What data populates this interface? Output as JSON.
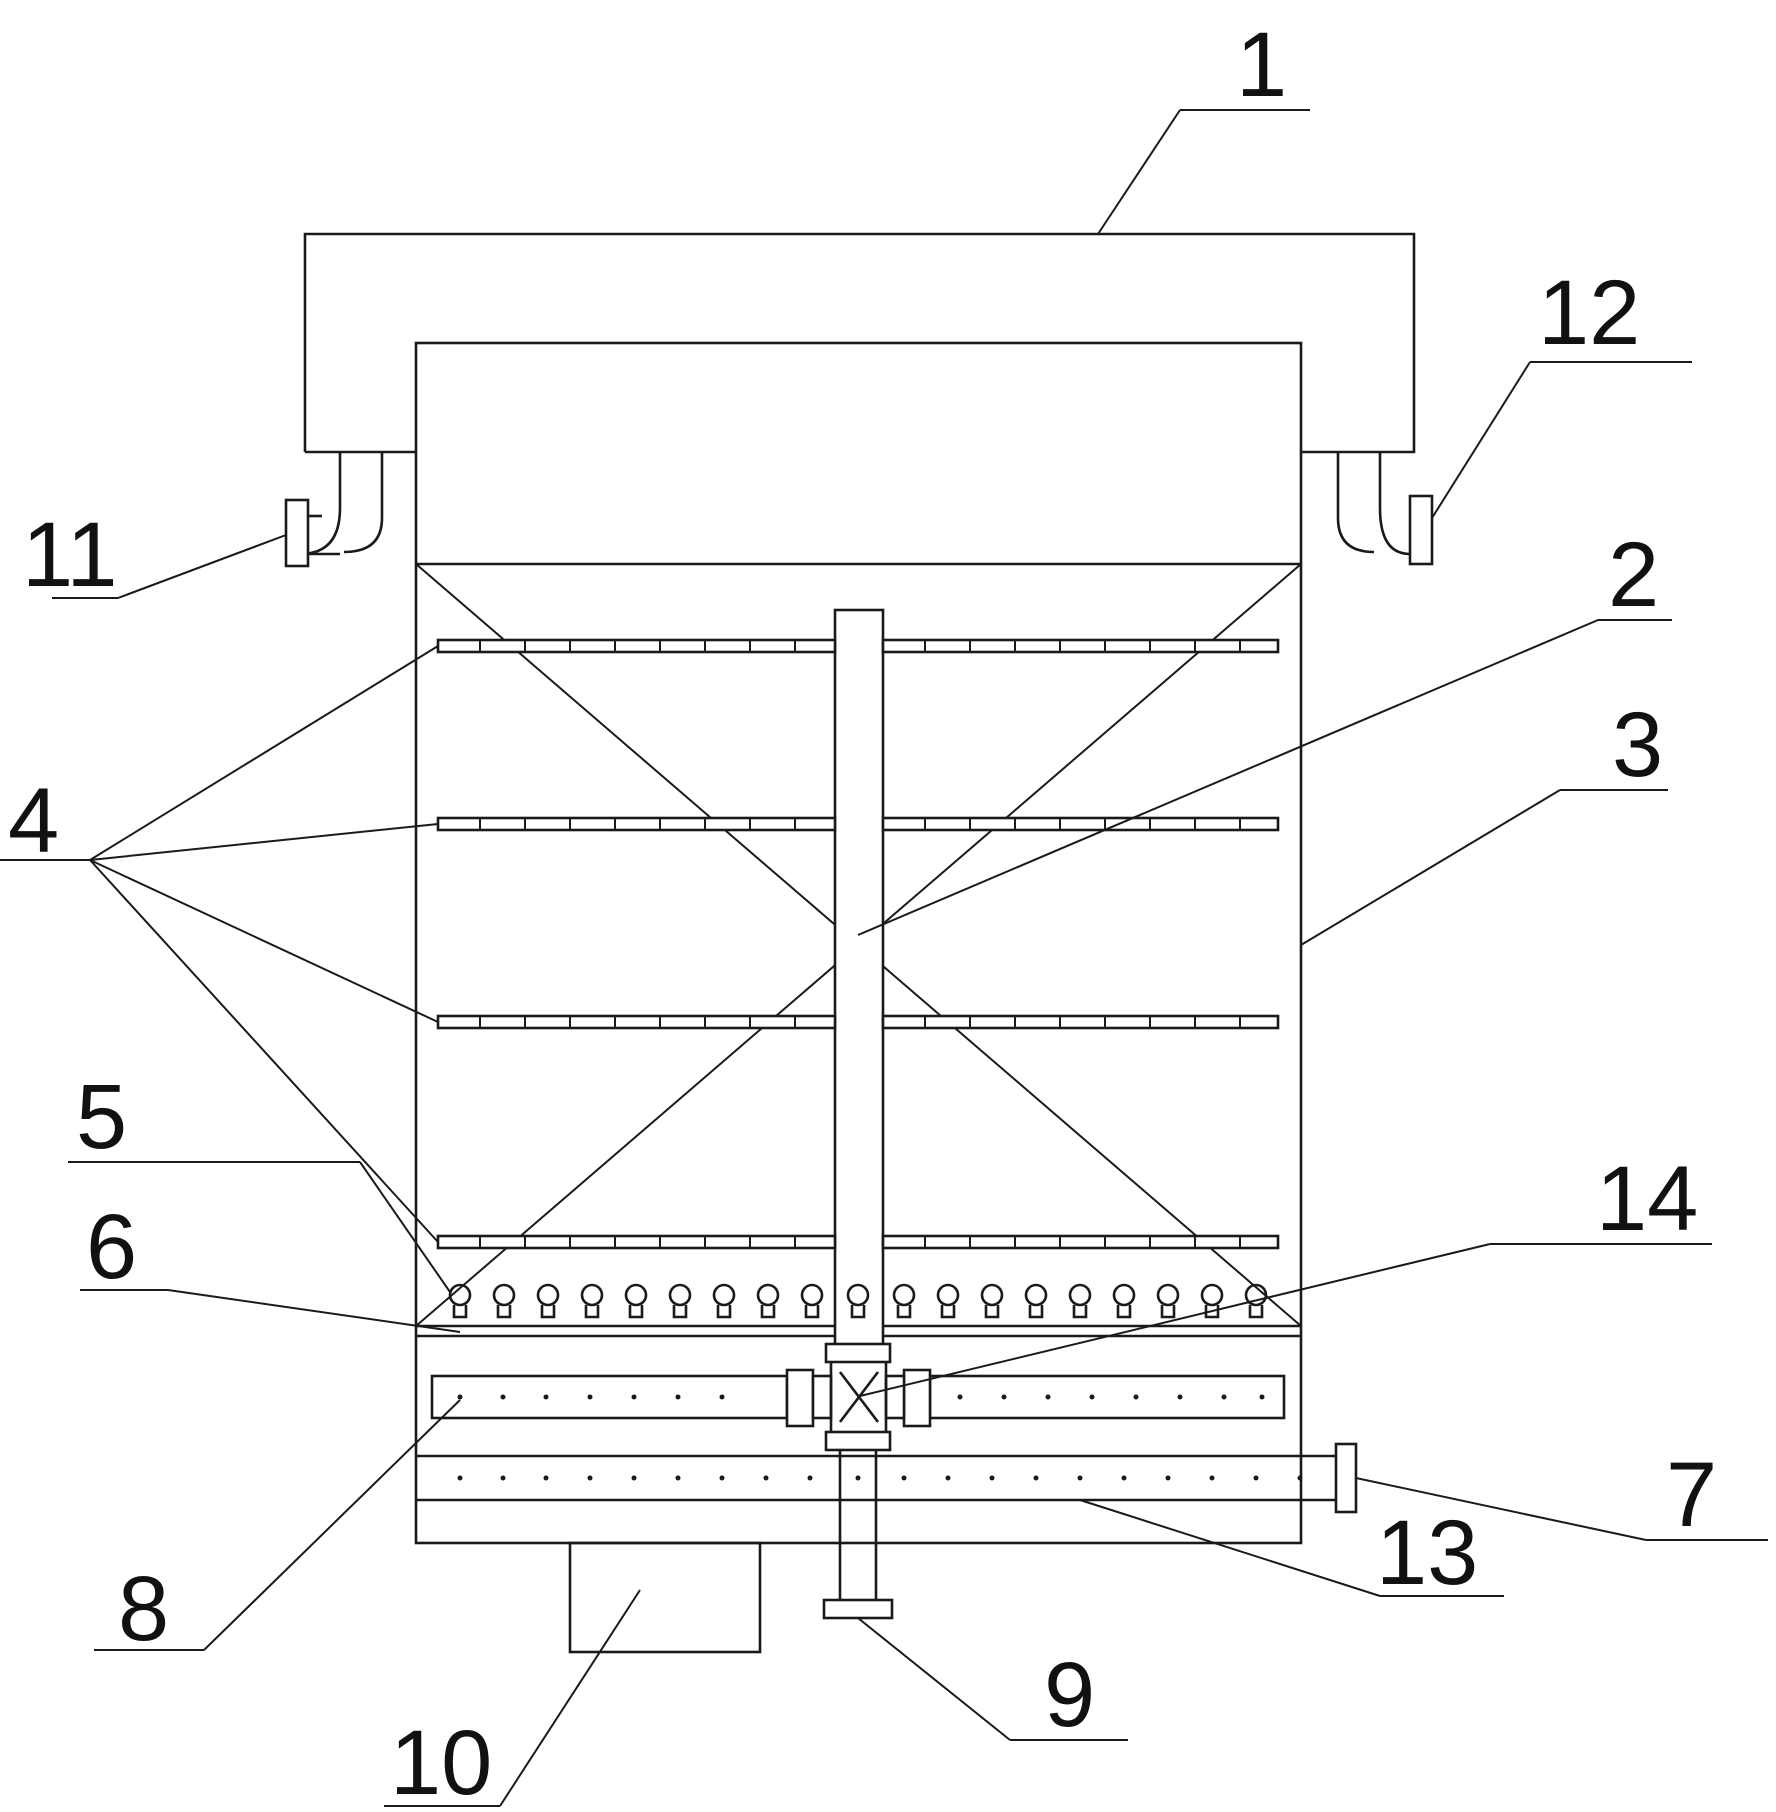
{
  "colors": {
    "line": "#1a1a1a",
    "background": "#ffffff"
  },
  "labels": {
    "l1": "1",
    "l2": "2",
    "l3": "3",
    "l4": "4",
    "l5": "5",
    "l6": "6",
    "l7": "7",
    "l8": "8",
    "l9": "9",
    "l10": "10",
    "l11": "11",
    "l12": "12",
    "l13": "13",
    "l14": "14"
  }
}
